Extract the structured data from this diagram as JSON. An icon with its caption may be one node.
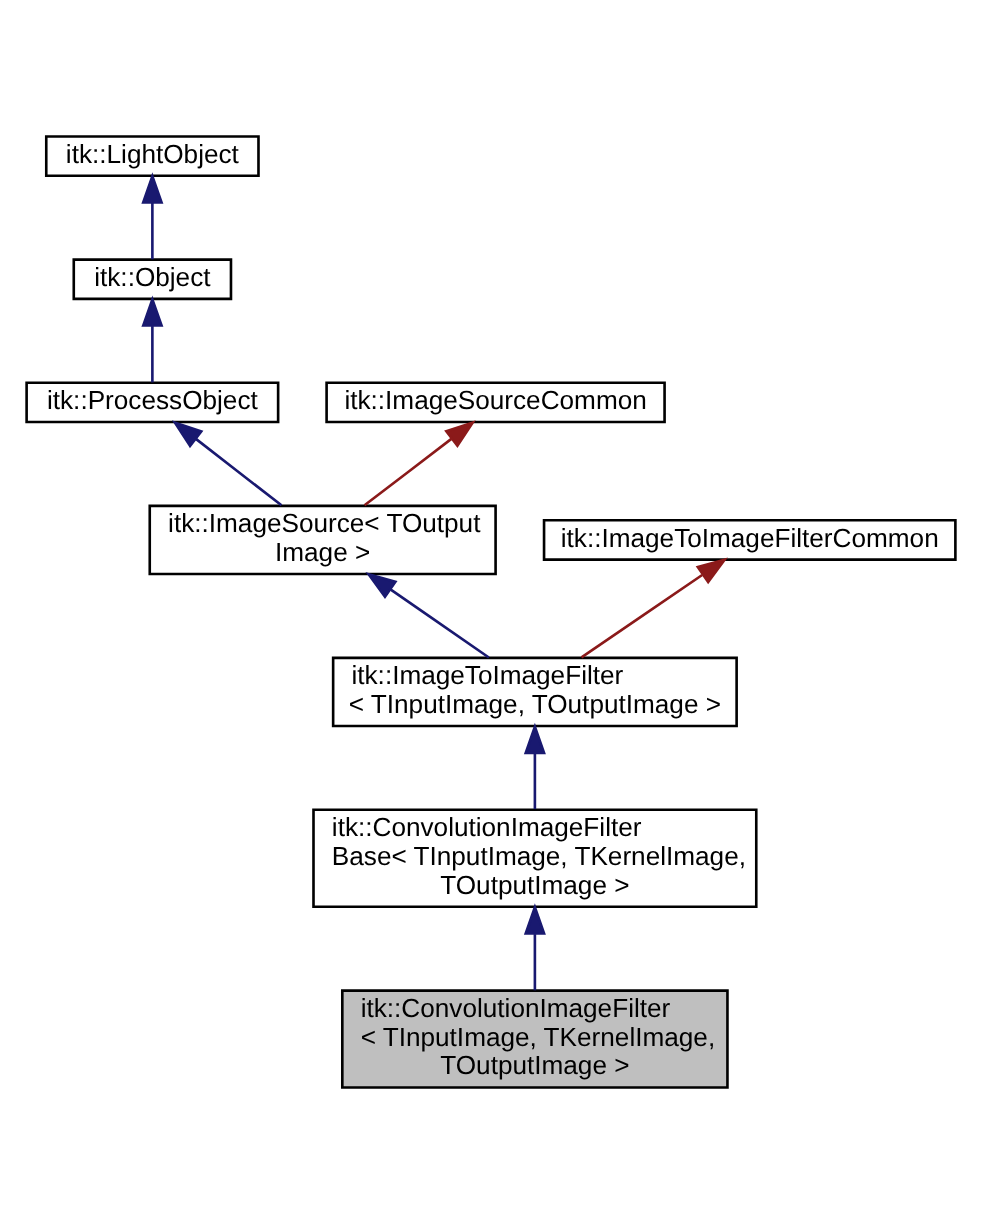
{
  "diagram": {
    "nodes": [
      {
        "text": [
          "itk::LightObject"
        ]
      },
      {
        "text": [
          "itk::Object"
        ]
      },
      {
        "text": [
          "itk::ProcessObject"
        ]
      },
      {
        "text": [
          "itk::ImageSourceCommon"
        ]
      },
      {
        "text": [
          "itk::ImageSource< TOutput Image >"
        ]
      },
      {
        "text": [
          "itk::ImageToImageFilterCommon"
        ]
      },
      {
        "text": [
          "itk::ImageToImageFilter < TInputImage, TOutputImage >"
        ]
      },
      {
        "text": [
          "itk::ConvolutionImageFilter Base< TInputImage, TKernelImage, TOutputImage >"
        ]
      },
      {
        "text": [
          "itk::ConvolutionImageFilter < TInputImage, TKernelImage, TOutputImage >"
        ]
      }
    ],
    "edges": [
      {
        "from": 1,
        "to": 0,
        "arrow": "to"
      },
      {
        "from": 2,
        "to": 1,
        "arrow": "to"
      },
      {
        "from": 4,
        "to": 2,
        "arrow": "to"
      },
      {
        "from": 4,
        "to": 3,
        "arrow": "to",
        "color": "#8b1a1a"
      },
      {
        "from": 6,
        "to": 4,
        "arrow": "to"
      },
      {
        "from": 6,
        "to": 5,
        "arrow": "to",
        "color": "#8b1a1a"
      },
      {
        "from": 7,
        "to": 6,
        "arrow": "to"
      },
      {
        "from": 8,
        "to": 7,
        "arrow": "to"
      }
    ]
  }
}
